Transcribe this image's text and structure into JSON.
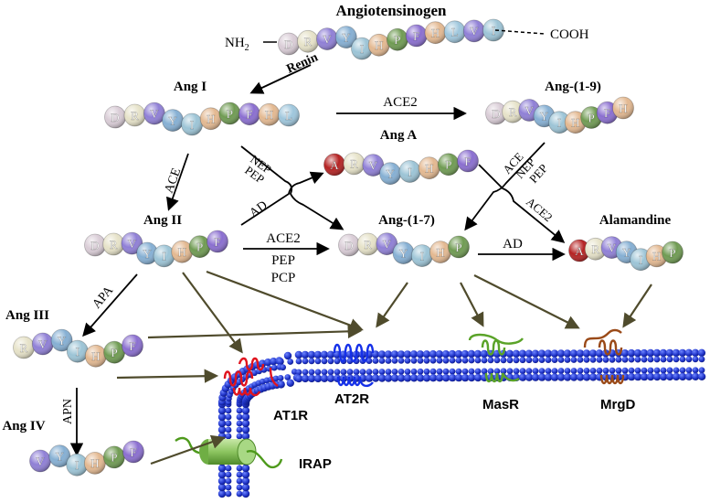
{
  "title": "Angiotensinogen",
  "terminals": {
    "n": "NH",
    "n_sub": "2",
    "c": "COOH"
  },
  "colors": {
    "D": "#d9ccd6",
    "R": "#e6e2c8",
    "V": "#8f7fd6",
    "Y": "#85afd3",
    "I": "#9cc4d6",
    "H": "#e3b890",
    "P": "#6f9b52",
    "F": "#8a6ed0",
    "L": "#9ec6dc",
    "A": "#b52222",
    "ink": "#000000",
    "arrow": "#4f4b2c",
    "membrane": "#1f33c8",
    "at1r": "#e0141e",
    "at2r": "#1530e8",
    "masr": "#5aa328",
    "mrgd": "#9a4a18",
    "irap": "#4e9a1c"
  },
  "peptides": {
    "agt": {
      "seq": [
        "D",
        "R",
        "V",
        "Y",
        "I",
        "H",
        "P",
        "F",
        "H",
        "L",
        "V",
        "I"
      ]
    },
    "ang1": {
      "label": "Ang I",
      "seq": [
        "D",
        "R",
        "V",
        "Y",
        "I",
        "H",
        "P",
        "F",
        "H",
        "L"
      ]
    },
    "ang19": {
      "label": "Ang-(1-9)",
      "seq": [
        "D",
        "R",
        "V",
        "Y",
        "I",
        "H",
        "P",
        "F",
        "H"
      ]
    },
    "angA": {
      "label": "Ang A",
      "seq": [
        "A",
        "R",
        "V",
        "Y",
        "I",
        "H",
        "P",
        "F"
      ]
    },
    "ang2": {
      "label": "Ang II",
      "seq": [
        "D",
        "R",
        "V",
        "Y",
        "I",
        "H",
        "P",
        "F"
      ]
    },
    "ang17": {
      "label": "Ang-(1-7)",
      "seq": [
        "D",
        "R",
        "V",
        "Y",
        "I",
        "H",
        "P"
      ]
    },
    "alam": {
      "label": "Alamandine",
      "seq": [
        "A",
        "R",
        "V",
        "Y",
        "I",
        "H",
        "P"
      ]
    },
    "ang3": {
      "label": "Ang III",
      "seq": [
        "R",
        "V",
        "Y",
        "I",
        "H",
        "P",
        "F"
      ]
    },
    "ang4": {
      "label": "Ang IV",
      "seq": [
        "V",
        "Y",
        "I",
        "H",
        "P",
        "F"
      ]
    }
  },
  "enzymes": {
    "renin": "Renin",
    "ace2_top": "ACE2",
    "ace_left": "ACE",
    "nep_left": "NEP",
    "pep_left": "PEP",
    "ad_left": "AD",
    "ace_right": "ACE",
    "nep_right": "NEP",
    "pep_right": "PEP",
    "ace2_right": "ACE2",
    "ace2_mid": "ACE2",
    "pep_mid": "PEP",
    "pcp_mid": "PCP",
    "ad_right": "AD",
    "apa": "APA",
    "apn": "APN"
  },
  "receptors": {
    "at1r": "AT1R",
    "at2r": "AT2R",
    "masr": "MasR",
    "mrgd": "MrgD",
    "irap": "IRAP"
  }
}
